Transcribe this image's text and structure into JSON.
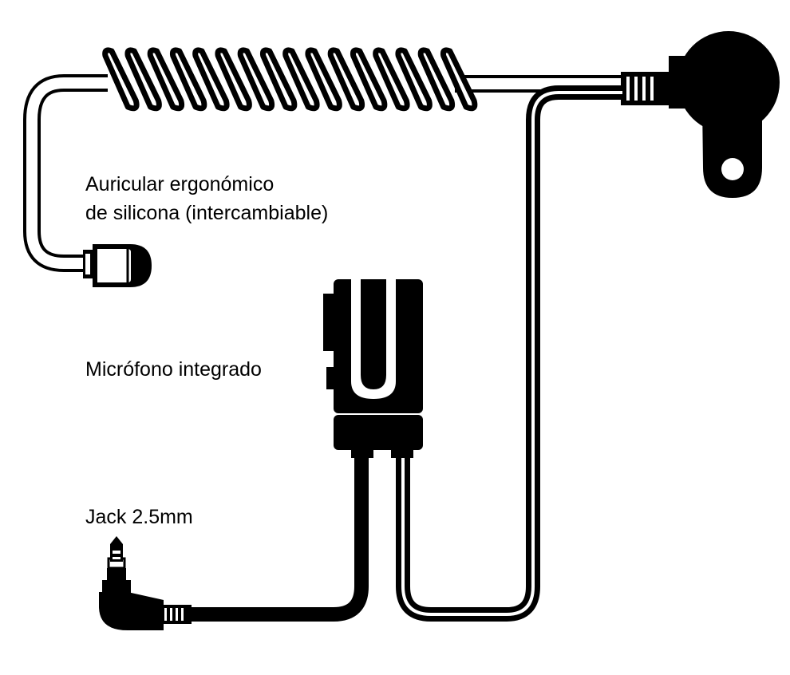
{
  "labels": {
    "earphone_line1": "Auricular ergonómico",
    "earphone_line2": "de silicona (intercambiable)",
    "microphone": "Micrófono integrado",
    "jack": "Jack 2.5mm"
  },
  "colors": {
    "ink": "#000000",
    "paper": "#ffffff"
  },
  "icons": [
    "speaker-icon",
    "earbud-icon",
    "microphone-icon",
    "jack-plug-icon",
    "coiled-cable-icon"
  ]
}
